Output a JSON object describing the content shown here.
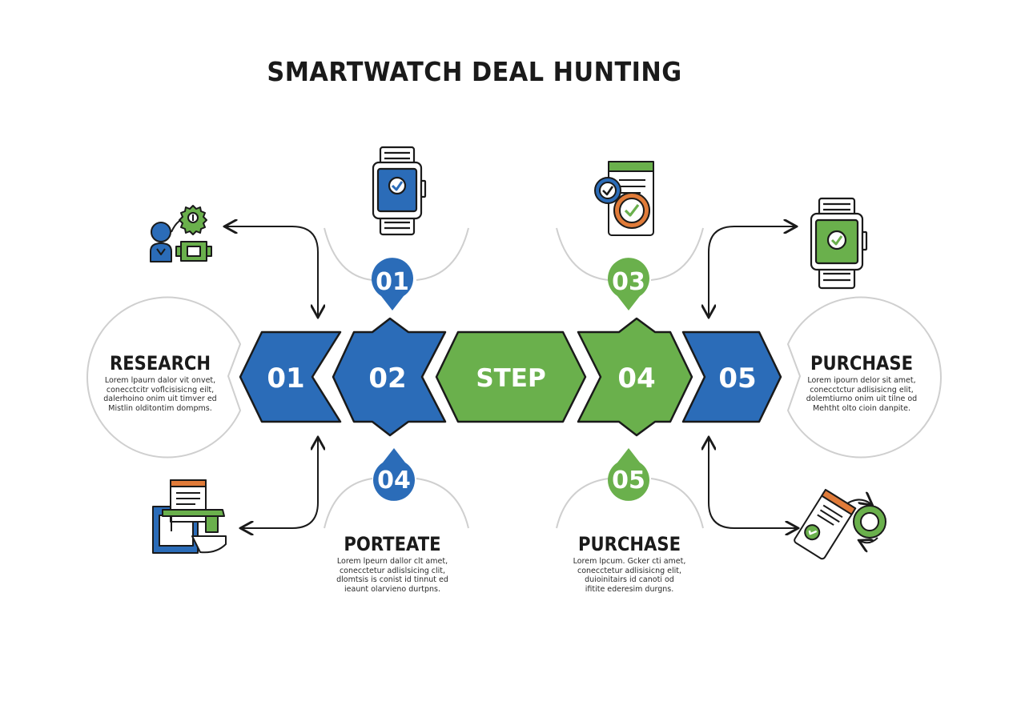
{
  "title": "SMARTWATCH DEAL HUNTING",
  "chevrons": [
    {
      "label": "01",
      "color": "#2b6cb8"
    },
    {
      "label": "02",
      "color": "#2b6cb8"
    },
    {
      "label": "STEP",
      "color": "#6ab04c"
    },
    {
      "label": "04",
      "color": "#6ab04c"
    },
    {
      "label": "05",
      "color": "#2b6cb8"
    }
  ],
  "badges": [
    {
      "label": "01",
      "color": "#2b6cb8"
    },
    {
      "label": "03",
      "color": "#6ab04c"
    },
    {
      "label": "04",
      "color": "#2b6cb8"
    },
    {
      "label": "05",
      "color": "#6ab04c"
    }
  ],
  "blocks": {
    "research": {
      "title": "RESEARCH",
      "lines": [
        "Lorem lpaurn dalor vit onvet,",
        "conecctcitr voflcisisicng eilt,",
        "dalerhoino onim uit timver ed",
        "Mistlin olditontim dompms."
      ]
    },
    "purchase_right": {
      "title": "PURCHASE",
      "lines": [
        "Lorem ipourn delor sit amet,",
        "conecctctur adlisisicng elit,",
        "dolemtiurno onim uit tilne od",
        "Mehtht olto cioin danpite."
      ]
    },
    "porteate": {
      "title": "PORTEATE",
      "lines": [
        "Lorem lpeurn dallor clt amet,",
        "conecctetur adlislsicing clit,",
        "dlomtsis is conist id tinnut ed",
        "ieaunt olarvieno durtpns."
      ]
    },
    "purchase_bottom": {
      "title": "PURCHASE",
      "lines": [
        "Lorem lpcum. Gcker cti amet,",
        "conecctetur adlisisicng elit,",
        "duioinitairs id canoti od",
        "ifitite ederesim durgns."
      ]
    }
  },
  "colors": {
    "blue": "#2b6cb8",
    "green": "#6ab04c",
    "orange": "#e07b39",
    "outline": "#1a1a1a"
  },
  "icons": [
    "smartwatch-check-icon",
    "phone-checklist-icon",
    "smartwatch-green-icon",
    "user-settings-icon",
    "laptop-desk-icon",
    "phone-sync-icon"
  ]
}
